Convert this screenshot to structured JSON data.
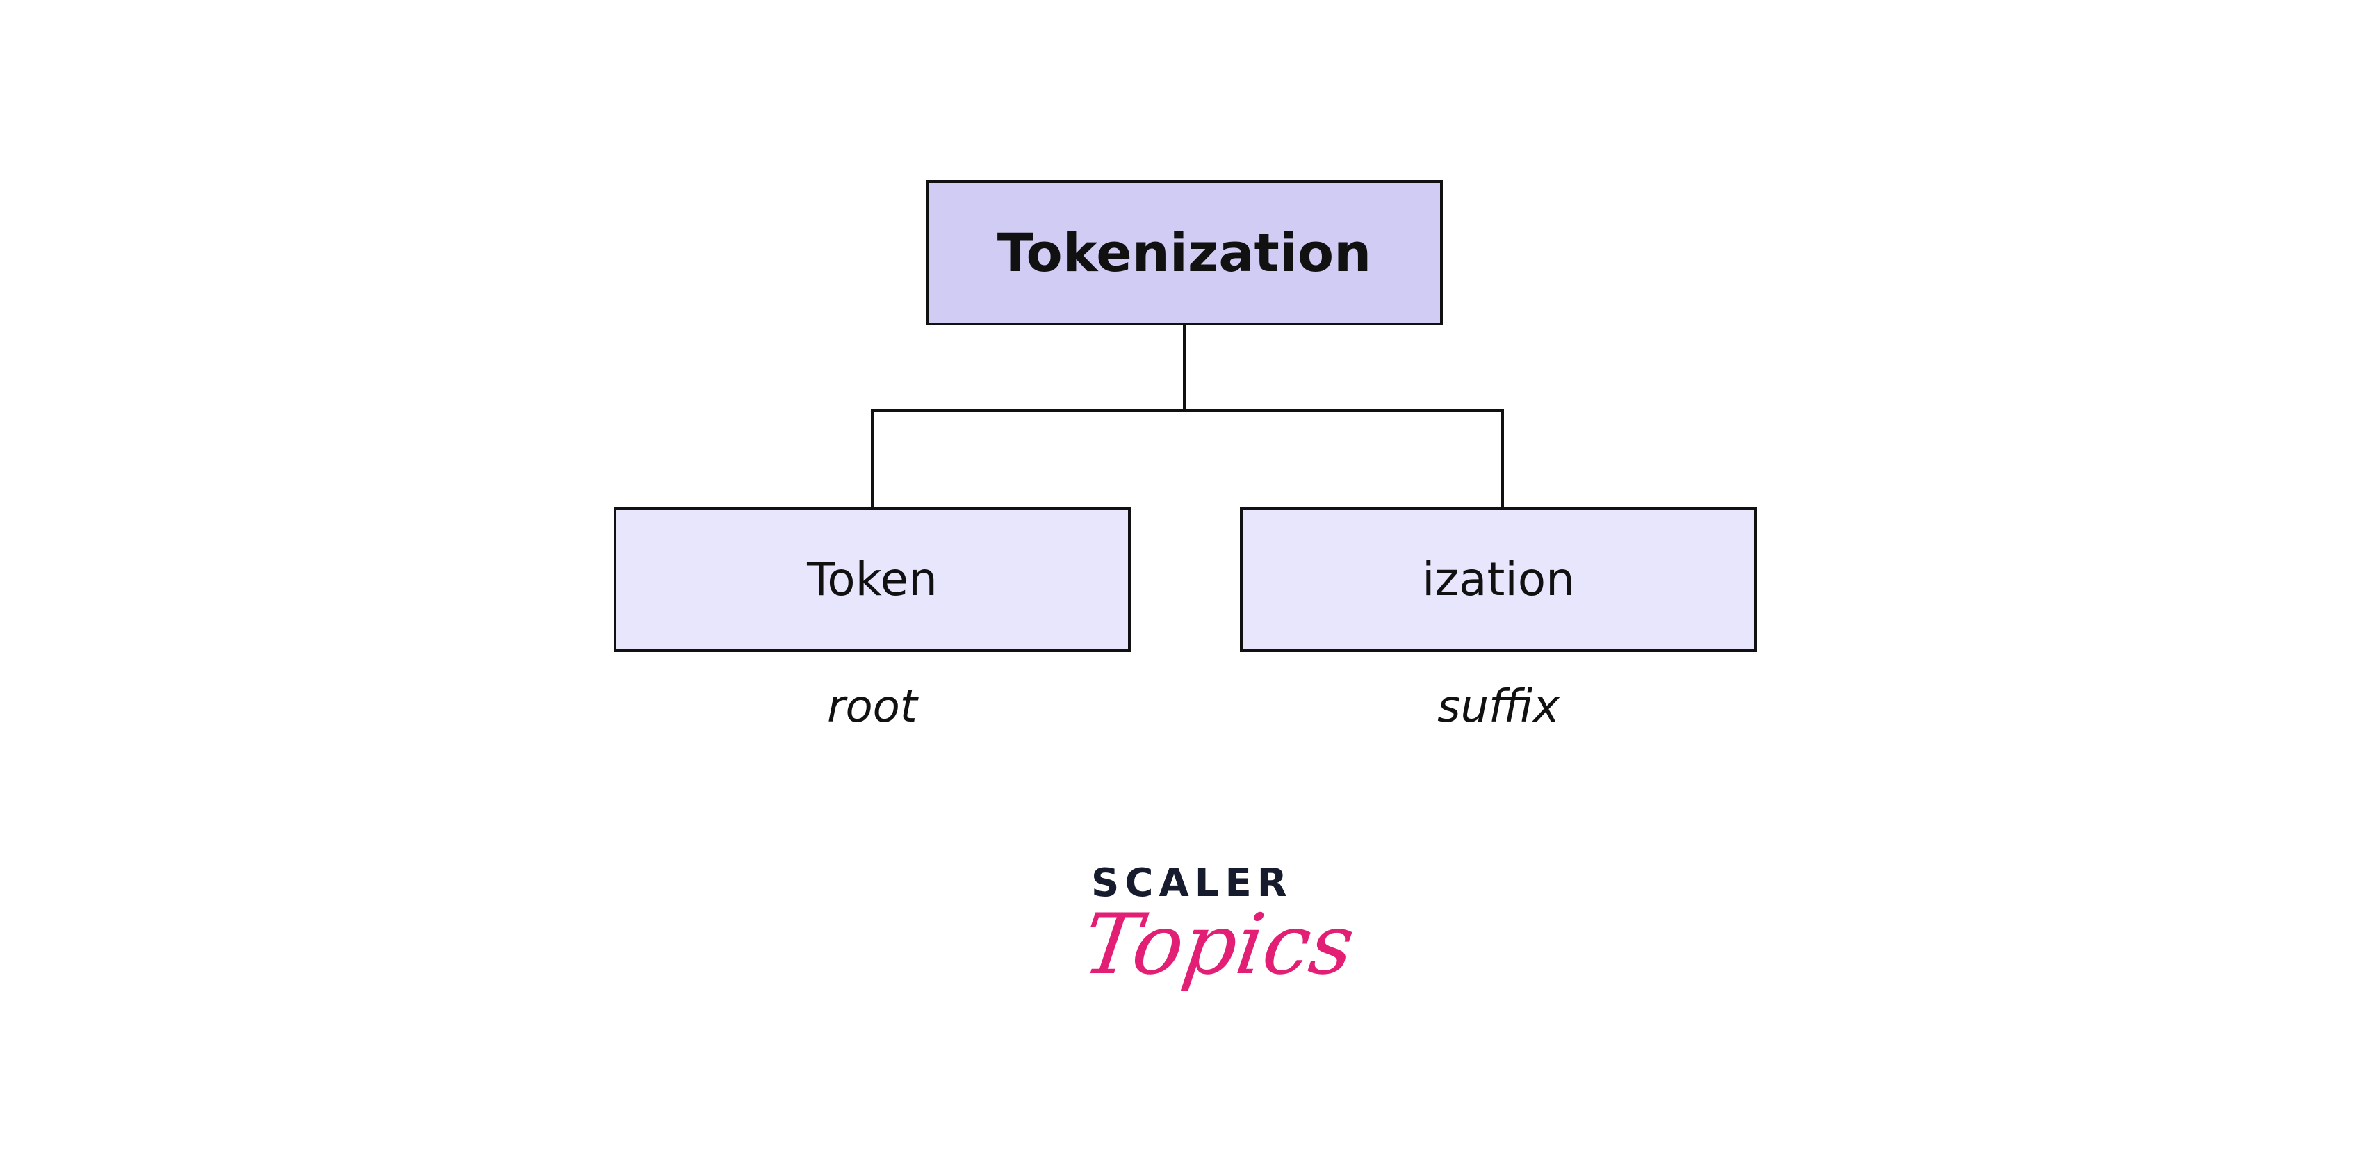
{
  "diagram": {
    "root": {
      "label": "Tokenization"
    },
    "children": [
      {
        "label": "Token",
        "caption": "root"
      },
      {
        "label": "ization",
        "caption": "suffix"
      }
    ]
  },
  "logo": {
    "line1": "SCALER",
    "line2": "Topics"
  },
  "colors": {
    "root_fill": "#d0ccf4",
    "child_fill": "#e8e6fc",
    "logo_dark": "#161c2e",
    "logo_pink": "#e21f74"
  }
}
